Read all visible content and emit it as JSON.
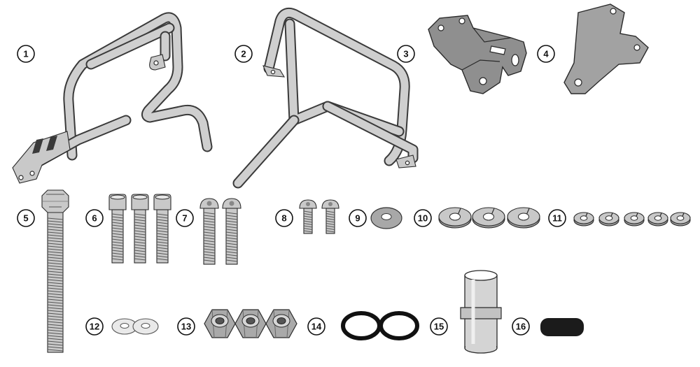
{
  "diagram": {
    "parts": [
      {
        "number": "1",
        "icon": "crash-bar-left-icon"
      },
      {
        "number": "2",
        "icon": "crash-bar-right-icon"
      },
      {
        "number": "3",
        "icon": "bracket-bent-icon"
      },
      {
        "number": "4",
        "icon": "bracket-flat-icon"
      },
      {
        "number": "5",
        "icon": "long-hex-bolt-icon"
      },
      {
        "number": "6",
        "icon": "socket-cap-screw-icon"
      },
      {
        "number": "7",
        "icon": "button-head-screw-long-icon"
      },
      {
        "number": "8",
        "icon": "button-head-screw-short-icon"
      },
      {
        "number": "9",
        "icon": "flat-washer-icon"
      },
      {
        "number": "10",
        "icon": "spring-washer-large-icon"
      },
      {
        "number": "11",
        "icon": "spring-washer-small-icon"
      },
      {
        "number": "12",
        "icon": "small-washer-icon"
      },
      {
        "number": "13",
        "icon": "nylon-lock-nut-icon"
      },
      {
        "number": "14",
        "icon": "o-ring-icon"
      },
      {
        "number": "15",
        "icon": "spacer-sleeve-icon"
      },
      {
        "number": "16",
        "icon": "rubber-pad-icon"
      }
    ]
  }
}
